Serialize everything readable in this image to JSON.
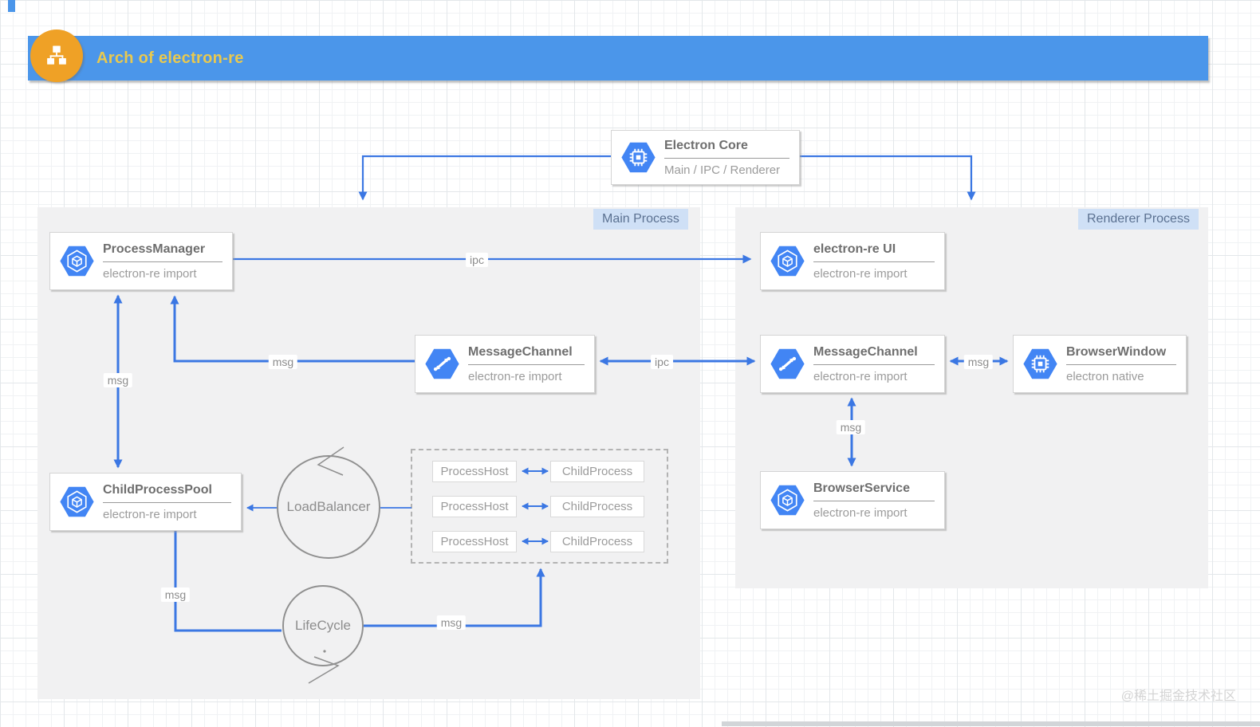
{
  "header": {
    "title": "Arch of electron-re"
  },
  "panels": {
    "main_label": "Main Process",
    "renderer_label": "Renderer Process"
  },
  "nodes": {
    "electron_core": {
      "title": "Electron Core",
      "subtitle": "Main / IPC / Renderer",
      "icon": "chip-icon"
    },
    "process_manager": {
      "title": "ProcessManager",
      "subtitle": "electron-re import",
      "icon": "package-icon"
    },
    "electron_re_ui": {
      "title": "electron-re UI",
      "subtitle": "electron-re import",
      "icon": "package-icon"
    },
    "message_channel_main": {
      "title": "MessageChannel",
      "subtitle": "electron-re import",
      "icon": "swap-icon"
    },
    "message_channel_renderer": {
      "title": "MessageChannel",
      "subtitle": "electron-re import",
      "icon": "swap-icon"
    },
    "browser_window": {
      "title": "BrowserWindow",
      "subtitle": "electron native",
      "icon": "chip-icon"
    },
    "browser_service": {
      "title": "BrowserService",
      "subtitle": "electron-re import",
      "icon": "package-icon"
    },
    "child_process_pool": {
      "title": "ChildProcessPool",
      "subtitle": "electron-re import",
      "icon": "package-icon"
    }
  },
  "circles": {
    "load_balancer": "LoadBalancer",
    "life_cycle": "LifeCycle"
  },
  "cluster": {
    "rows": [
      {
        "left": "ProcessHost",
        "right": "ChildProcess"
      },
      {
        "left": "ProcessHost",
        "right": "ChildProcess"
      },
      {
        "left": "ProcessHost",
        "right": "ChildProcess"
      }
    ]
  },
  "edge_labels": {
    "pm_to_ui": "ipc",
    "mc_to_pm": "msg",
    "pm_cpp": "msg",
    "mc_mc": "ipc",
    "mc_bw": "msg",
    "mc_bs": "msg",
    "cpp_lc": "msg",
    "lc_cluster": "msg"
  },
  "watermark": "@稀土掘金技术社区",
  "colors": {
    "accent_blue": "#3b77e3",
    "header_blue": "#4b96ea",
    "header_icon_orange": "#efa126",
    "header_title_yellow": "#e9c94f",
    "hexagon_blue": "#4285f4",
    "panel_label_bg": "#cfe0f6"
  }
}
